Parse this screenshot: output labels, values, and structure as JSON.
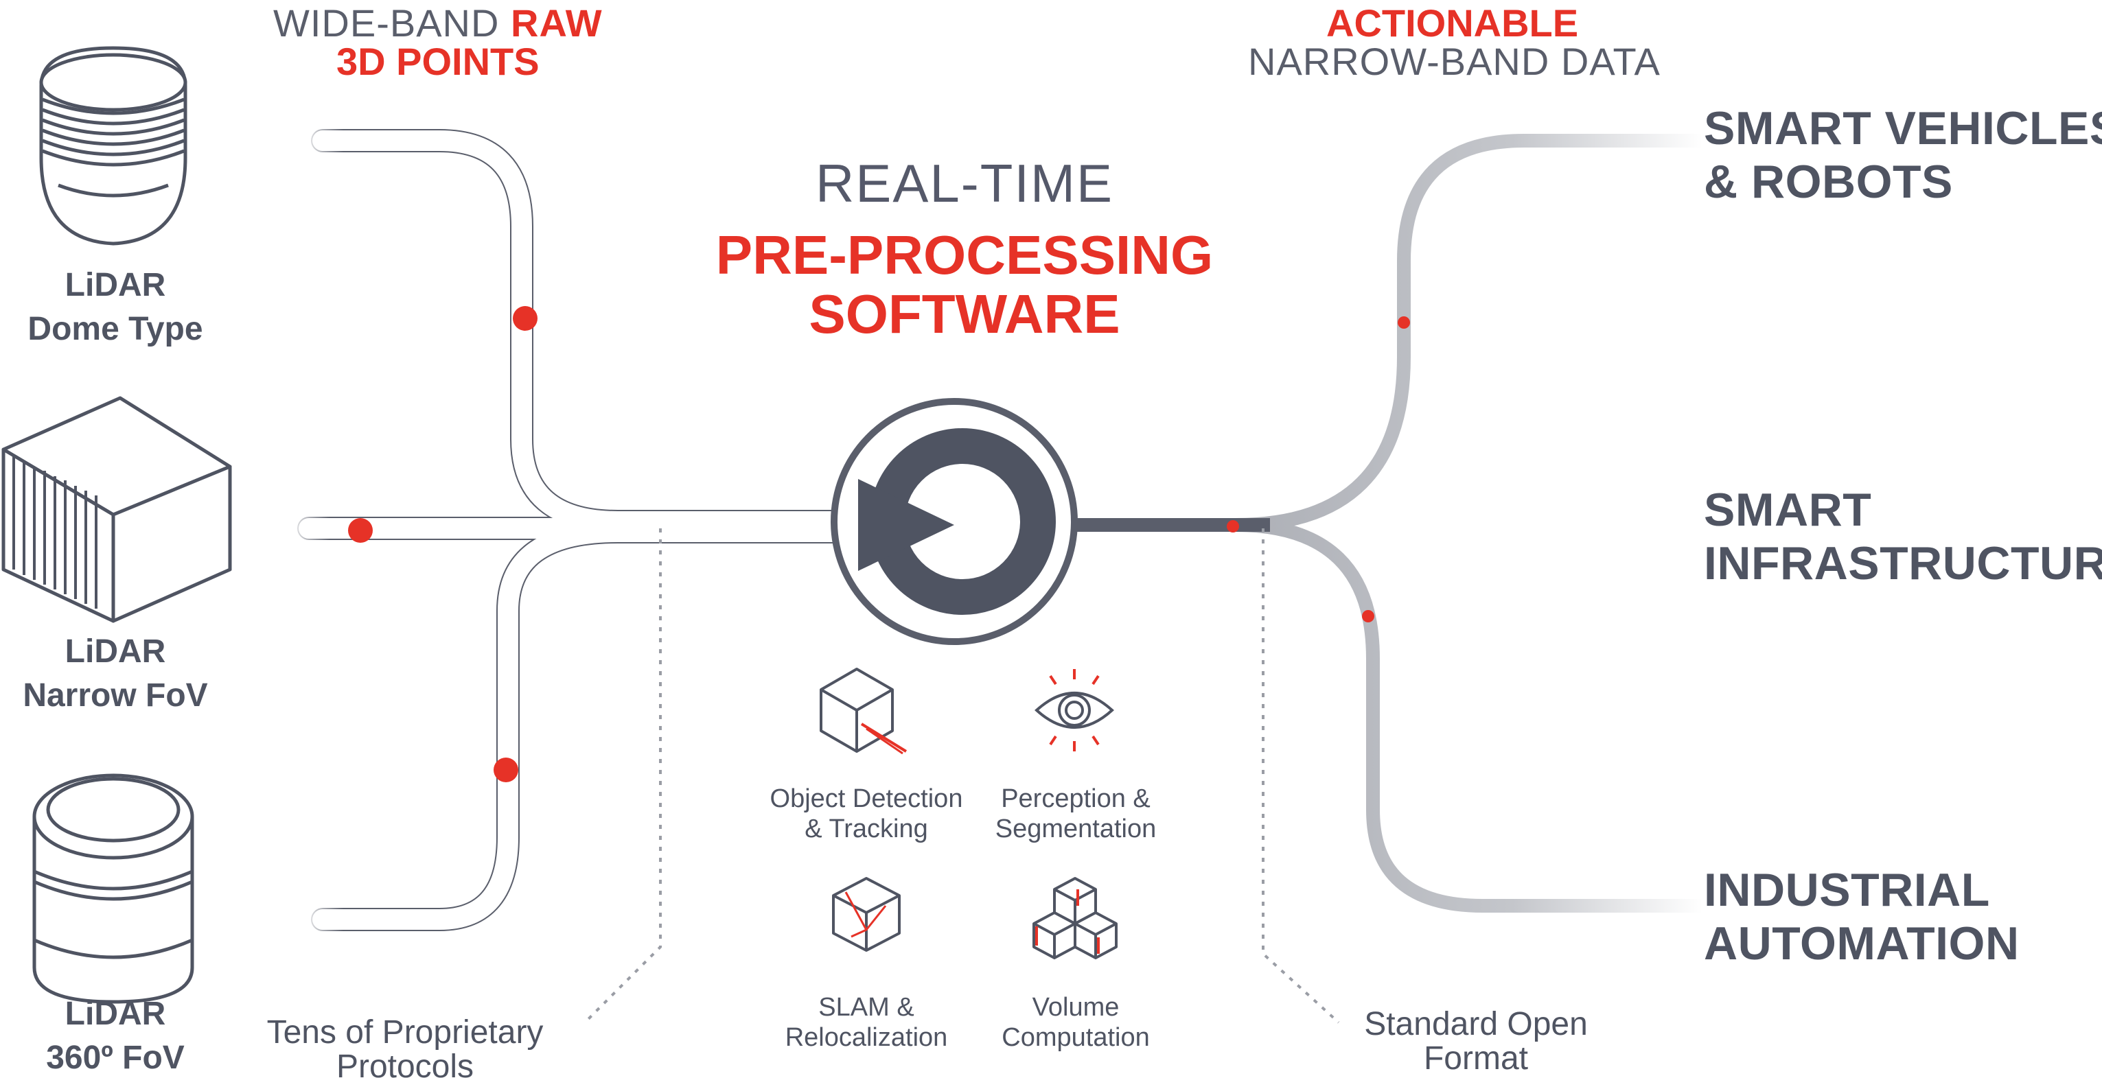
{
  "header_left": {
    "line1_light": "WIDE-BAND ",
    "line1_red": "RAW",
    "line2_red": "3D POINTS"
  },
  "header_right": {
    "line1_red": "ACTIONABLE",
    "line2_light": "NARROW-BAND DATA"
  },
  "center": {
    "line1": "REAL-TIME",
    "line2": "PRE-PROCESSING",
    "line3": "SOFTWARE"
  },
  "sensors": [
    {
      "line1": "LiDAR",
      "line2": "Dome Type",
      "icon": "lidar-dome-icon"
    },
    {
      "line1": "LiDAR",
      "line2": "Narrow FoV",
      "icon": "lidar-narrow-fov-icon"
    },
    {
      "line1": "LiDAR",
      "line2": "360º FoV",
      "icon": "lidar-360-icon"
    }
  ],
  "features": [
    {
      "line1": "Object Detection",
      "line2": "& Tracking",
      "icon": "cube-detection-icon"
    },
    {
      "line1": "Perception &",
      "line2": "Segmentation",
      "icon": "eye-icon"
    },
    {
      "line1": "SLAM &",
      "line2": "Relocalization",
      "icon": "slam-cube-icon"
    },
    {
      "line1": "Volume",
      "line2": "Computation",
      "icon": "stacked-cubes-icon"
    }
  ],
  "destinations": [
    {
      "line1": "SMART VEHICLES",
      "line2": "& ROBOTS"
    },
    {
      "line1": "SMART",
      "line2": "INFRASTRUCTURE"
    },
    {
      "line1": "INDUSTRIAL",
      "line2": "AUTOMATION"
    }
  ],
  "notes": {
    "left": {
      "line1": "Tens of Proprietary",
      "line2": "Protocols"
    },
    "right": {
      "line1": "Standard Open",
      "line2": "Format"
    }
  },
  "colors": {
    "accent": "#e63227",
    "dark": "#4f5462",
    "line": "#5a5e6b",
    "grey_band": "#a7a9b0"
  }
}
